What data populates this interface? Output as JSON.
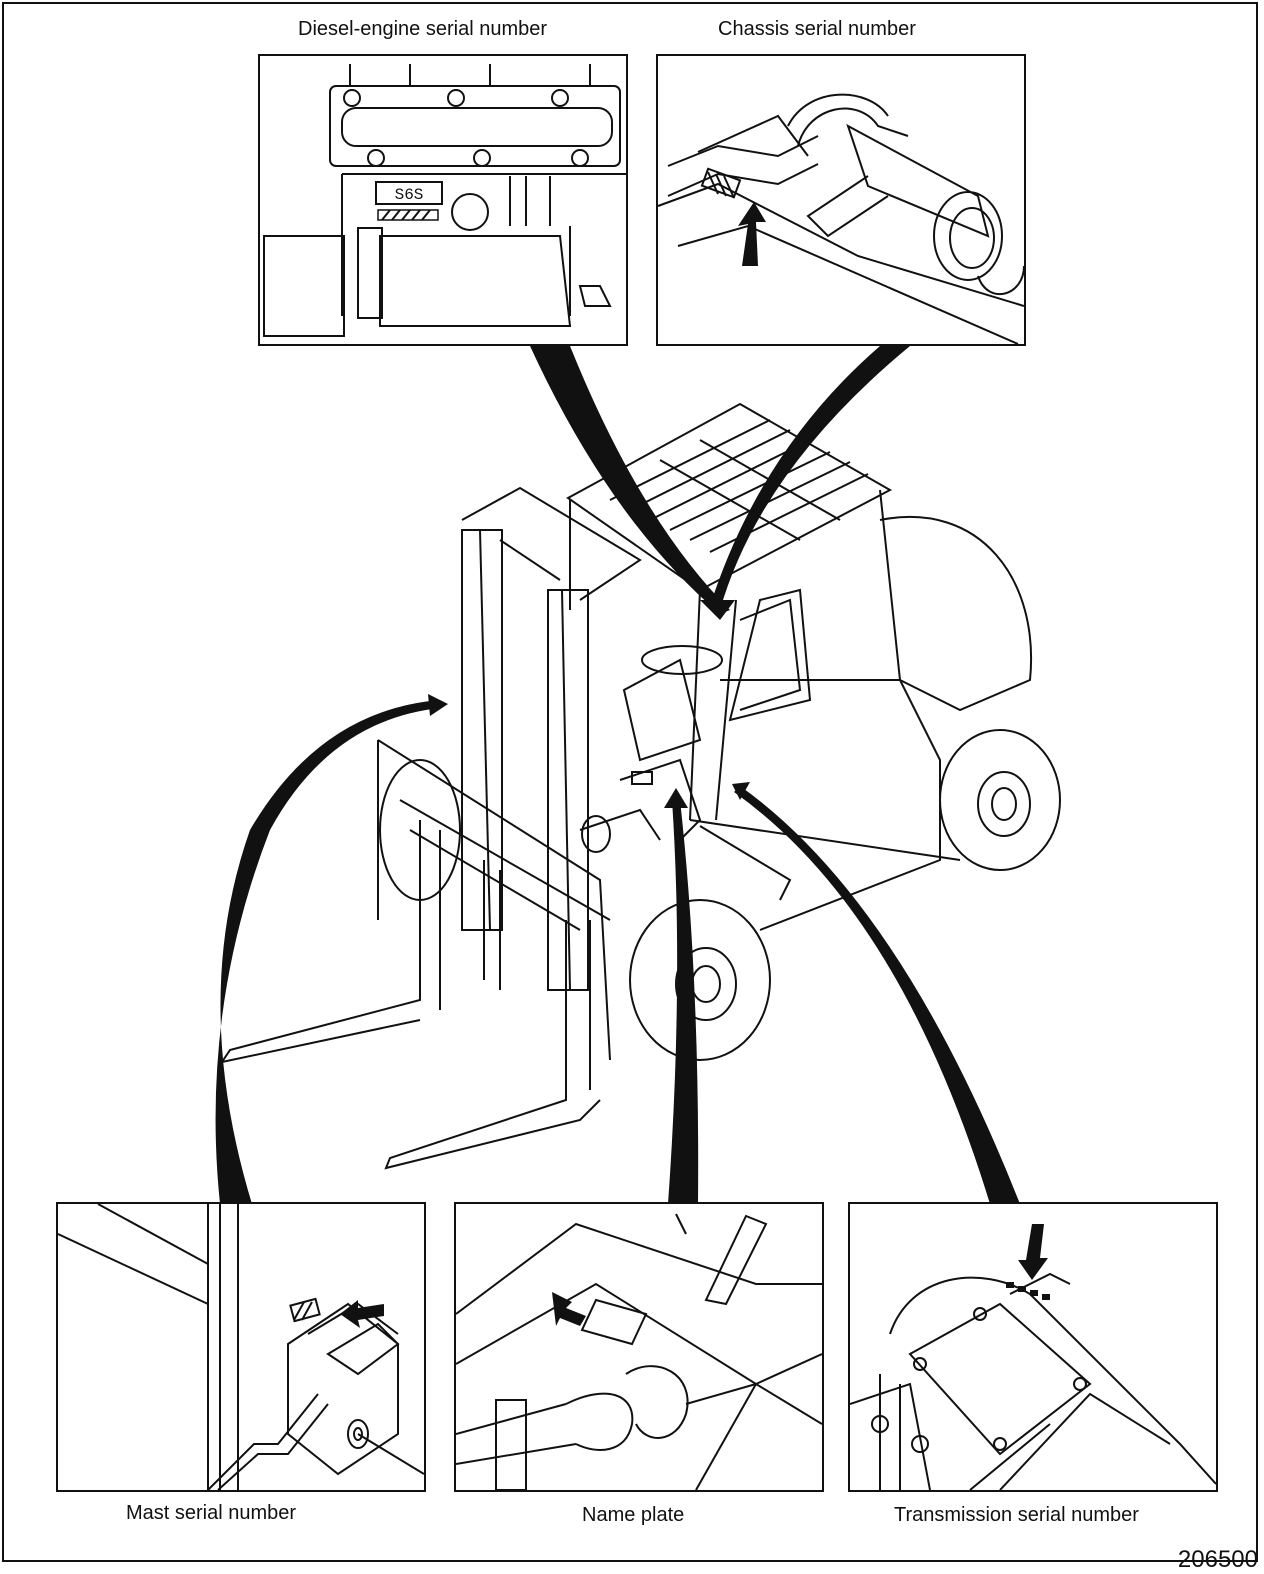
{
  "captions": {
    "diesel_engine": "Diesel-engine serial number",
    "chassis": "Chassis serial number",
    "mast": "Mast serial number",
    "name_plate": "Name plate",
    "transmission": "Transmission serial number"
  },
  "engine_label": "S6S",
  "figure_number": "206500",
  "colors": {
    "line": "#111111",
    "background": "#ffffff"
  }
}
